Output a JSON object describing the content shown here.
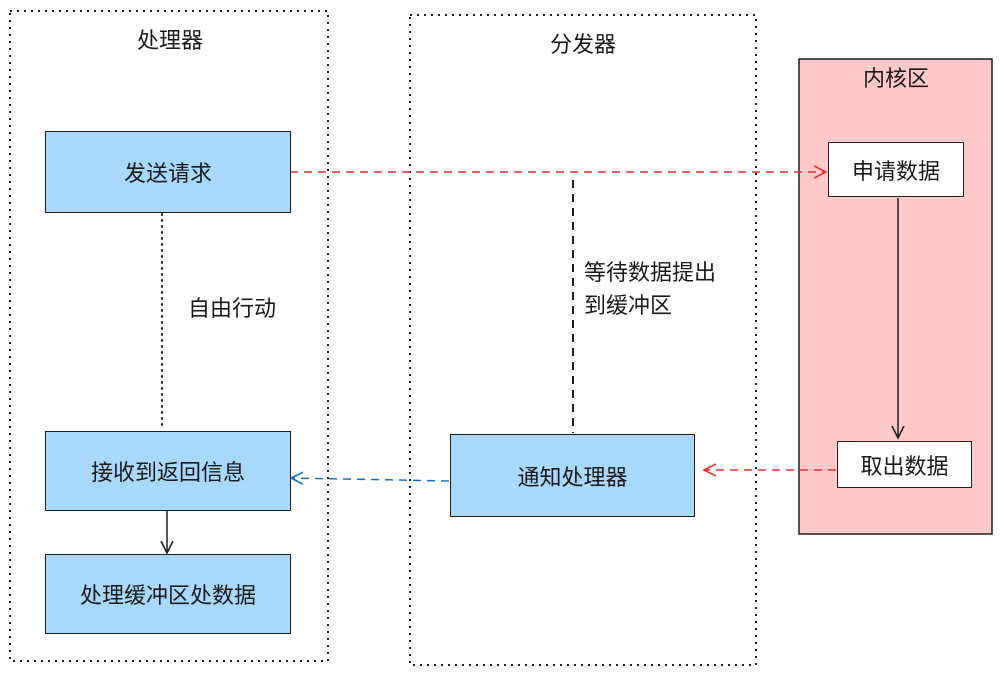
{
  "groups": {
    "processor": "处理器",
    "dispatcher": "分发器",
    "kernel": "内核区"
  },
  "nodes": {
    "send_request": "发送请求",
    "receive_info": "接收到返回信息",
    "process_buffer": "处理缓冲区处数据",
    "notify_processor": "通知处理器",
    "request_data": "申请数据",
    "fetch_data": "取出数据"
  },
  "annotations": {
    "free_action": "自由行动",
    "wait_line1": "等待数据提出",
    "wait_line2": "到缓冲区"
  },
  "colors": {
    "node_fill": "#a8d8fb",
    "kernel_fill": "#ffc9c9",
    "arrow_red": "#e03131",
    "arrow_blue": "#1971c2",
    "stroke": "#1e1e1e"
  }
}
